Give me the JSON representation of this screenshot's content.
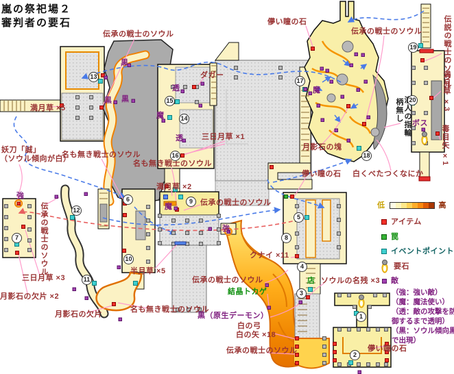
{
  "title": {
    "line1": "嵐の祭祀場２",
    "line2": "審判者の要石"
  },
  "legend": {
    "low": "低",
    "high": "高",
    "gradient": [
      "#fffde6",
      "#fff6be",
      "#ffe98a",
      "#ffd255",
      "#ffae2a",
      "#f98a10",
      "#e25e06",
      "#a93803"
    ],
    "items": [
      {
        "key": "item",
        "label": "アイテム"
      },
      {
        "key": "trap",
        "label": "罠"
      },
      {
        "key": "event",
        "label": "イベントポイント"
      },
      {
        "key": "archstone",
        "label": "要石"
      },
      {
        "key": "enemy",
        "label": "敵"
      }
    ],
    "enemy_notes": [
      "（強：強い敵）",
      "（魔：魔法使い）",
      "（透：敵の攻撃を防",
      "御するまで透明）",
      "（黒：ソウル傾向黒",
      "で出現）"
    ]
  },
  "labels": [
    {
      "text": "伝承の戦士のソウル"
    },
    {
      "text": "儚い瞳の石"
    },
    {
      "text": "伝承の戦士のソウル"
    },
    {
      "text": "黒"
    },
    {
      "text": "ダガー"
    },
    {
      "text": "透"
    },
    {
      "text": "黒"
    },
    {
      "text": "黒"
    },
    {
      "text": "魔"
    },
    {
      "text": "透"
    },
    {
      "text": "三日月草 ×1"
    },
    {
      "text": "満月草 ×5"
    },
    {
      "text": "妖刀「誠」"
    },
    {
      "text": "（ソウル傾向が白）"
    },
    {
      "text": "名も無き戦士のソウル"
    },
    {
      "text": "名も無き戦士のソウル"
    },
    {
      "text": "魔"
    },
    {
      "text": "月影石の塊"
    },
    {
      "text": "儚い瞳の石"
    },
    {
      "text": "白くべたつくなにか"
    },
    {
      "text": "柄無し"
    },
    {
      "text": "浪人の指輪"
    },
    {
      "text": "伝説の戦士のソウル"
    },
    {
      "text": "満月草 ×3"
    },
    {
      "text": "毒目矢 ×1"
    },
    {
      "text": "ボス"
    },
    {
      "text": "満月草 ×2"
    },
    {
      "text": "伝承の戦士のソウル"
    },
    {
      "text": "強"
    },
    {
      "text": "強"
    },
    {
      "text": "魔"
    },
    {
      "text": "伝承の戦士のソウル"
    },
    {
      "text": "半月草 ×5"
    },
    {
      "text": "三日月草 ×3"
    },
    {
      "text": "月影石の欠片 ×2"
    },
    {
      "text": "月影石の欠片"
    },
    {
      "text": "名も無き戦士のソウル"
    },
    {
      "text": "伝承の戦士のソウル"
    },
    {
      "text": "結晶トカゲ"
    },
    {
      "text": "黒（原生デーモン）"
    },
    {
      "text": "白の弓"
    },
    {
      "text": "白の矢 ×18"
    },
    {
      "text": "伝承の戦士のソウル"
    },
    {
      "text": "クナイ ×11"
    },
    {
      "text": "店"
    },
    {
      "text": "ソウルの名残 ×3"
    },
    {
      "text": "儚い瞳の石"
    }
  ],
  "circles": [
    "1",
    "2",
    "3",
    "4",
    "5",
    "6",
    "7",
    "8",
    "9",
    "10",
    "11",
    "12",
    "13",
    "14",
    "15",
    "16",
    "17",
    "18",
    "19",
    "20"
  ],
  "colors": {
    "route_blue": "#4a7be8",
    "route_red": "#e86060",
    "leader_pink": "#ff9bcb",
    "item": "#f03028",
    "trap": "#2fa32f",
    "event": "#3ecfcf",
    "enemy": "#8a2f9e",
    "label_maroon": "#993333",
    "label_purple": "#802080",
    "label_green": "#0f8f0f",
    "building_cream": "#fbf2c4",
    "cave_yellow": "#f9efa9",
    "height_low": "#fffde6",
    "height_high": "#a93803"
  }
}
